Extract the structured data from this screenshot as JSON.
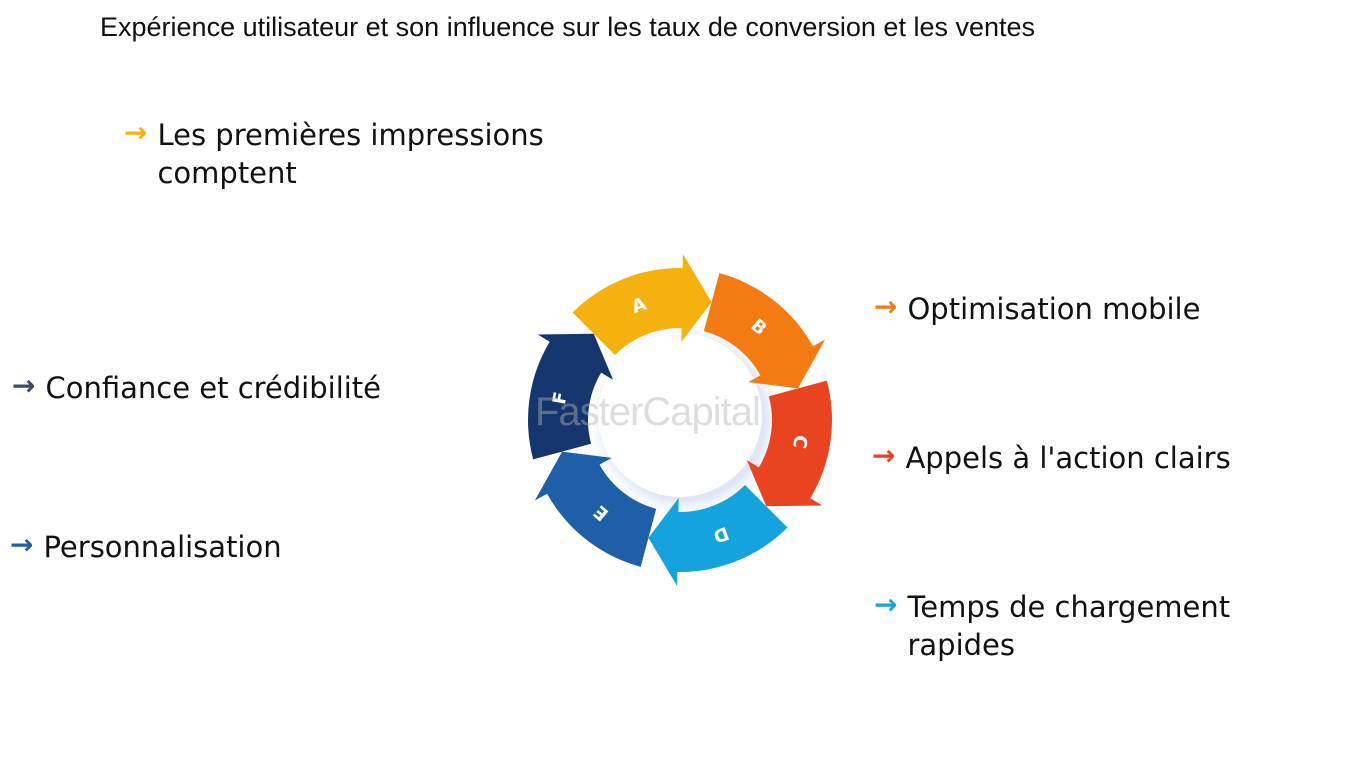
{
  "title": "Expérience utilisateur et son influence sur les taux de conversion et les ventes",
  "diagram": {
    "type": "cycle",
    "segments": [
      {
        "letter": "A",
        "color": "#F5B20F"
      },
      {
        "letter": "B",
        "color": "#F47A12"
      },
      {
        "letter": "C",
        "color": "#E9441F"
      },
      {
        "letter": "D",
        "color": "#14A3DC"
      },
      {
        "letter": "E",
        "color": "#1F5FA8"
      },
      {
        "letter": "F",
        "color": "#14356E"
      }
    ],
    "watermark": "FasterCapital"
  },
  "items": [
    {
      "label": "Les premières impressions",
      "label2": "comptent",
      "color": "#F5B20F"
    },
    {
      "label": "Optimisation mobile",
      "color": "#F47A12"
    },
    {
      "label": "Appels à l'action clairs",
      "color": "#E9441F"
    },
    {
      "label": "Temps de chargement",
      "label2": "rapides",
      "color": "#14A3DC"
    },
    {
      "label": "Personnalisation",
      "color": "#1F5FA8"
    },
    {
      "label": "Confiance et crédibilité",
      "color": "#3E4A6B"
    }
  ],
  "arrow_glyph": "→"
}
